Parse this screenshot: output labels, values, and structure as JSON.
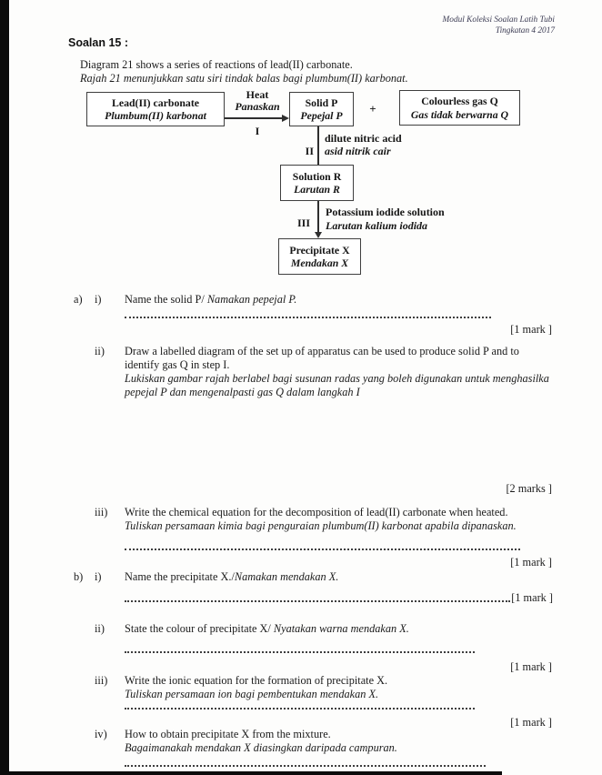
{
  "page": {
    "header": {
      "line1": "Modul Koleksi Soalan Latih Tubi",
      "line2": "Tingkatan 4 2017"
    },
    "question_no": "Soalan 15 :",
    "intro_en": "Diagram 21 shows a series of reactions of lead(II) carbonate.",
    "intro_my": "Rajah 21 menunjukkan satu siri tindak balas bagi plumbum(II) karbonat."
  },
  "diagram": {
    "box_lead_carbonate": {
      "en": "Lead(II) carbonate",
      "my": "Plumbum(II) karbonat"
    },
    "arrow_heat": {
      "en": "Heat",
      "my": "Panaskan",
      "step": "I"
    },
    "box_solid_p": {
      "en": "Solid P",
      "my": "Pepejal P"
    },
    "plus": "+",
    "box_gas_q": {
      "en": "Colourless gas Q",
      "my": "Gas tidak berwarna Q"
    },
    "step2": {
      "label": "II",
      "en": "dilute nitric acid",
      "my": "asid nitrik cair"
    },
    "box_solution_r": {
      "en": "Solution R",
      "my": "Larutan R"
    },
    "step3": {
      "label": "III",
      "en": "Potassium iodide solution",
      "my": "Larutan kalium iodida"
    },
    "box_precipitate_x": {
      "en": "Precipitate X",
      "my": "Mendakan X"
    }
  },
  "questions": {
    "a": {
      "label": "a)",
      "i": {
        "label": "i)",
        "en": "Name  the solid P/ ",
        "my": "Namakan pepejal P.",
        "mark": "[1 mark ]"
      },
      "ii": {
        "label": "ii)",
        "en1": "Draw a labelled diagram of the set up of apparatus can be used to produce solid P and to",
        "en2": "identify gas Q in step I.",
        "my1": "Lukiskan gambar rajah berlabel bagi susunan radas yang boleh digunakan untuk menghasilka",
        "my2": "pepejal P dan mengenalpasti gas Q dalam langkah I",
        "mark": "[2 marks ]"
      },
      "iii": {
        "label": "iii)",
        "en": "Write the chemical equation for the decomposition of lead(II) carbonate when heated.",
        "my": "Tuliskan persamaan kimia bagi penguraian plumbum(II) karbonat apabila dipanaskan.",
        "mark": "[1 mark ]"
      }
    },
    "b": {
      "label": "b)",
      "i": {
        "label": "i)",
        "en": "Name the precipitate X./",
        "my": "Namakan mendakan X.",
        "mark": "[1 mark ]"
      },
      "ii": {
        "label": "ii)",
        "en": "State the colour of precipitate X/ ",
        "my": "Nyatakan warna mendakan X.",
        "mark": "[1 mark ]"
      },
      "iii": {
        "label": "iii)",
        "en": "Write the ionic equation for the formation of precipitate X.",
        "my": "Tuliskan persamaan ion bagi pembentukan mendakan X.",
        "mark": "[1 mark ]"
      },
      "iv": {
        "label": "iv)",
        "en": "How to obtain precipitate X from the mixture.",
        "my": "Bagaimanakah mendakan X diasingkan daripada campuran."
      }
    }
  }
}
